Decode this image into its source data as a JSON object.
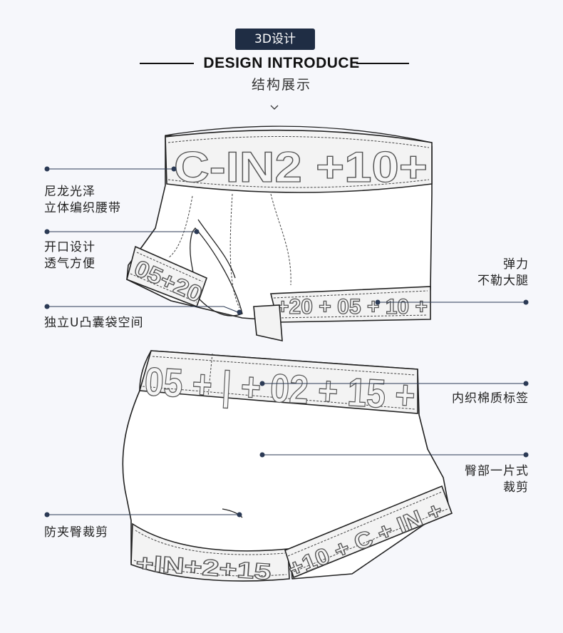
{
  "header": {
    "badge": "3D设计",
    "title": "DESIGN INTRODUCE",
    "subtitle": "结构展示",
    "chevron_icon": "chevron-down-icon"
  },
  "callouts": {
    "nylon": {
      "line1": "尼龙光泽",
      "line2": "立体编织腰带"
    },
    "opening": {
      "line1": "开口设计",
      "line2": "透气方便"
    },
    "pouch": {
      "line1": "独立U凸囊袋空间"
    },
    "elastic": {
      "line1": "弹力",
      "line2": "不勒大腿"
    },
    "tag": {
      "line1": "内织棉质标签"
    },
    "seat": {
      "line1": "臀部一片式",
      "line2": "裁剪"
    },
    "anticlip": {
      "line1": "防夹臀裁剪"
    }
  },
  "waistband_text": {
    "front": "C-IN2 +10+",
    "front_leg_left": "05+20",
    "front_leg_right": "+20 + 05 + 10 +",
    "back": "05 + | + 02 + 15 +",
    "back_leg_left": "+IN+2+15",
    "back_leg_right": "+10 + C + IN +"
  },
  "colors": {
    "badge_bg": "#1f2d44",
    "line": "#2b3a55",
    "background": "#f6f7fb"
  }
}
